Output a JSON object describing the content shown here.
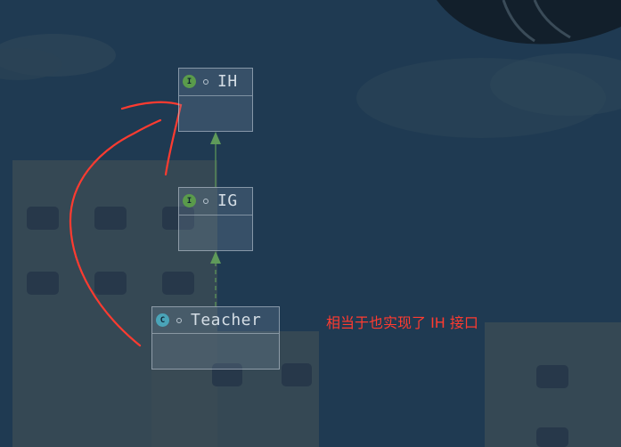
{
  "diagram": {
    "nodes": [
      {
        "id": "ih",
        "kind": "interface",
        "badge": "I",
        "name": "IH"
      },
      {
        "id": "ig",
        "kind": "interface",
        "badge": "I",
        "name": "IG"
      },
      {
        "id": "teacher",
        "kind": "class",
        "badge": "C",
        "name": "Teacher"
      }
    ],
    "edges": [
      {
        "from": "ig",
        "to": "ih",
        "style": "solid",
        "meaning": "extends"
      },
      {
        "from": "teacher",
        "to": "ig",
        "style": "dashed",
        "meaning": "implements"
      }
    ]
  },
  "annotation": {
    "text": "相当于也实现了 IH 接口",
    "color": "#ff3b30"
  },
  "colors": {
    "interface_badge": "#5a9b4b",
    "class_badge": "#4aa4b8",
    "arrow": "#5f9a5a",
    "background": "#1f3a52"
  }
}
